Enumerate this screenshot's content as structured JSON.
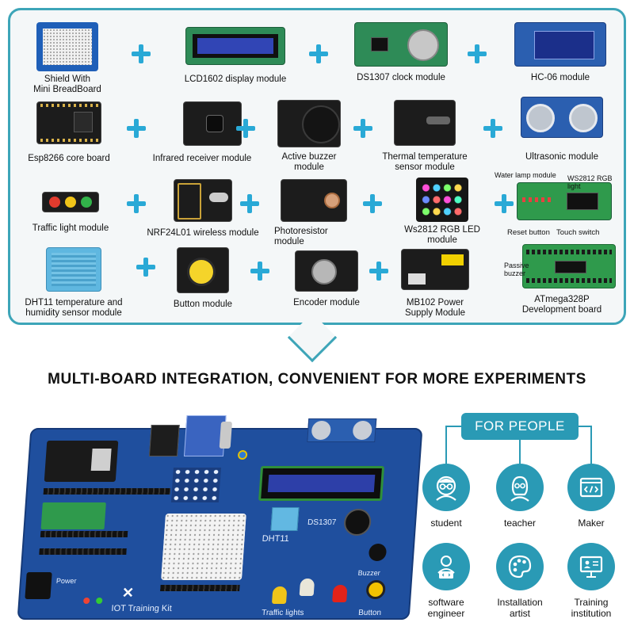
{
  "modules": {
    "shield": "Shield With\nMini BreadBoard",
    "lcd1602": "LCD1602 display module",
    "ds1307": "DS1307 clock  module",
    "hc06": "HC-06 module",
    "esp8266": "Esp8266 core board",
    "infrared": "Infrared receiver module",
    "buzzer": "Active buzzer\nmodule",
    "thermal": "Thermal temperature\nsensor module",
    "ultrasonic": "Ultrasonic module",
    "traffic": "Traffic light module",
    "nrf24l01": "NRF24L01 wireless module",
    "photoresistor": "Photoresistor\nmodule",
    "ws2812": "Ws2812 RGB LED\nmodule",
    "atmega_callouts": {
      "water_lamp": "Water lamp module",
      "ws2812_light": "WS2812 RGB light",
      "reset": "Reset button",
      "touch": "Touch switch",
      "passive_buzzer": "Passive\nbuzzer"
    },
    "dht11": "DHT11 temperature and\nhumidity sensor module",
    "button": "Button module",
    "encoder": "Encoder module",
    "mb102": "MB102 Power\nSupply Module",
    "atmega328p": "ATmega328P\nDevelopment board"
  },
  "headline": "MULTI-BOARD INTEGRATION, CONVENIENT FOR MORE EXPERIMENTS",
  "board": {
    "title": "IOT Training Kit",
    "labels": {
      "dht11": "DHT11",
      "ds1307": "DS1307",
      "traffic": "Traffic lights",
      "button": "Button",
      "buzzer": "Buzzer",
      "power": "Power"
    }
  },
  "people": {
    "title": "FOR PEOPLE",
    "items": [
      {
        "label": "student",
        "icon": "student-icon"
      },
      {
        "label": "teacher",
        "icon": "teacher-icon"
      },
      {
        "label": "Maker",
        "icon": "code-window-icon"
      },
      {
        "label": "software\nengineer",
        "icon": "software-engineer-icon"
      },
      {
        "label": "Installation\nartist",
        "icon": "palette-icon"
      },
      {
        "label": "Training\ninstitution",
        "icon": "presentation-board-icon"
      }
    ]
  },
  "colors": {
    "accent": "#2a9ab5",
    "plus": "#29a9d6",
    "board": "#1f4f9e"
  }
}
